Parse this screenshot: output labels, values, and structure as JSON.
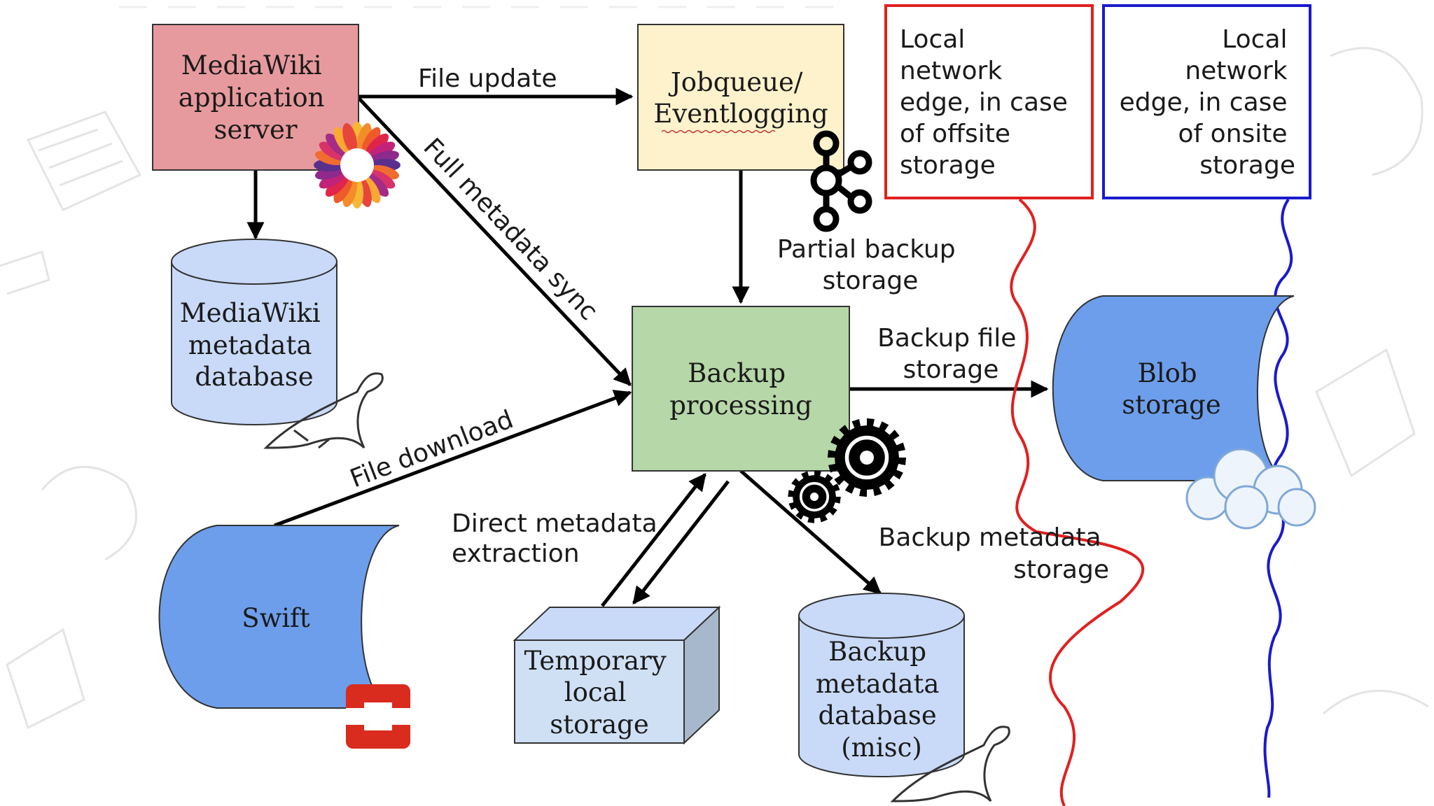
{
  "colors": {
    "mediawiki_box": "#e79a9e",
    "jobqueue_box": "#fdf2cc",
    "backup_box": "#b6d7a8",
    "db_fill": "#c9daf8",
    "blob_fill": "#6d9eeb",
    "offsite_edge": "#e02020",
    "onsite_edge": "#1a1acc",
    "arrow": "#000000"
  },
  "nodes": {
    "mediawiki_app": [
      "MediaWiki",
      "application",
      "server"
    ],
    "jobqueue": [
      "Jobqueue/",
      "Eventlogging"
    ],
    "mediawiki_db": [
      "MediaWiki",
      "metadata",
      "database"
    ],
    "backup_processing": [
      "Backup",
      "processing"
    ],
    "blob_storage": [
      "Blob",
      "storage"
    ],
    "swift": [
      "Swift"
    ],
    "temp_storage": [
      "Temporary",
      "local",
      "storage"
    ],
    "backup_db": [
      "Backup",
      "metadata",
      "database",
      "(misc)"
    ]
  },
  "edges": {
    "file_update": "File update",
    "full_sync": "Full metadata sync",
    "partial_backup": [
      "Partial backup",
      "storage"
    ],
    "backup_file": [
      "Backup file",
      "storage"
    ],
    "file_download": "File download",
    "direct_extraction": [
      "Direct metadata",
      "extraction"
    ],
    "backup_meta_storage": [
      "Backup metadata",
      "storage"
    ]
  },
  "legend": {
    "offsite": [
      "Local",
      "network",
      "edge, in case",
      "of offsite",
      "storage"
    ],
    "onsite": [
      "Local",
      "network",
      "edge, in case",
      "of onsite",
      "storage"
    ]
  },
  "icons": [
    "apache-logo-icon",
    "kafka-logo-icon",
    "mysql-seal-icon",
    "gears-icon",
    "cloud-icon",
    "openstack-logo-icon"
  ]
}
